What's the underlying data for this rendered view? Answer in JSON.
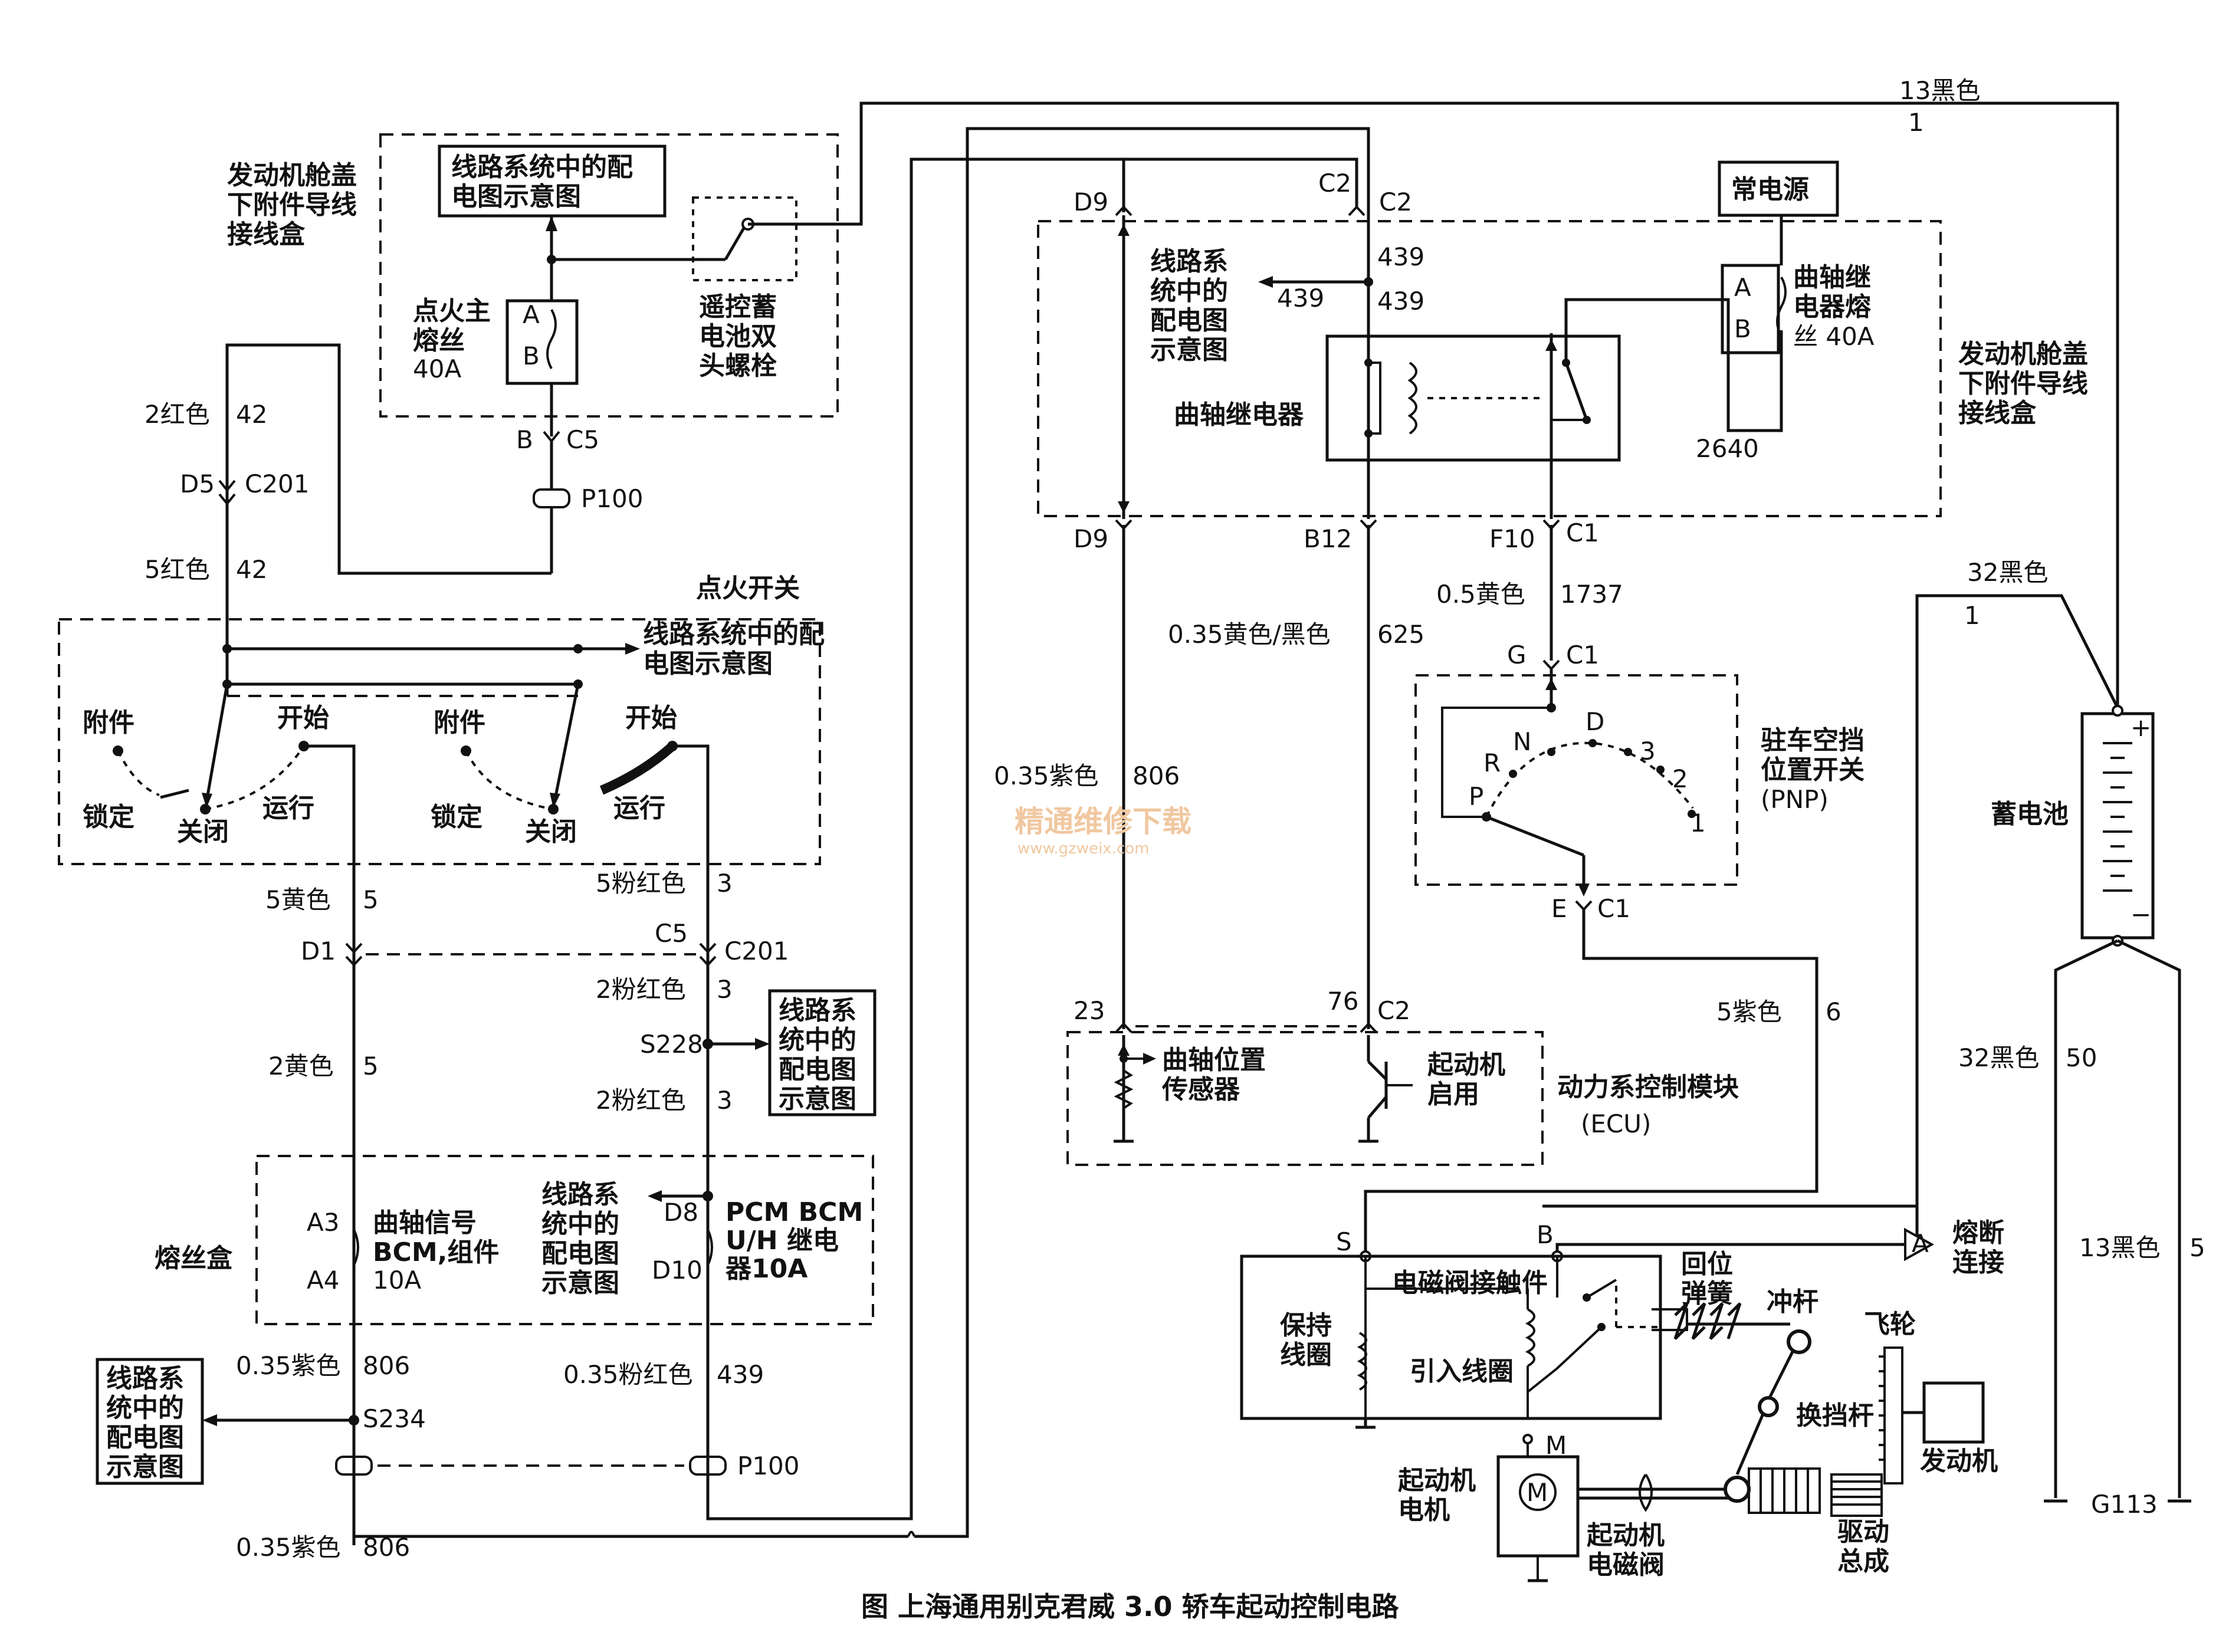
{
  "caption": "图 上海通用别克君威 3.0 轿车起动控制电路",
  "watermark": {
    "line1": "精通维修下载",
    "line2": "www.gzweix.com"
  },
  "labels": {
    "underhood_box_left": [
      "发动机舱盖",
      "下附件导线",
      "接线盒"
    ],
    "underhood_box_right": [
      "发动机舱盖",
      "下附件导线",
      "接线盒"
    ],
    "power_dist": [
      "线路系统中的配",
      "电图示意图"
    ],
    "power_dist_short": [
      "线路系",
      "统中的",
      "配电图",
      "示意图"
    ],
    "ign_main_fuse": [
      "点火主",
      "熔丝",
      "40A"
    ],
    "remote_batt": [
      "遥控蓄",
      "电池双",
      "头螺栓"
    ],
    "constant_power": "常电源",
    "crank_relay": "曲轴继电器",
    "crank_relay_fuse": [
      "曲轴继",
      "电器熔",
      "丝 40A"
    ],
    "ignition_switch": "点火开关",
    "ign_positions": {
      "acc": "附件",
      "start": "开始",
      "lock": "锁定",
      "off": "关闭",
      "run": "运行"
    },
    "fuse_block": "熔丝盒",
    "crank_signal_fuse": [
      "曲轴信号",
      "BCM,组件",
      "10A"
    ],
    "pcm_relay_fuse": [
      "PCM BCM",
      "U/H 继电",
      "器10A"
    ],
    "pnp_switch": [
      "驻车空挡",
      "位置开关",
      "(PNP)"
    ],
    "pnp_positions": [
      "P",
      "R",
      "N",
      "D",
      "3",
      "2",
      "1"
    ],
    "ckp_sensor": [
      "曲轴位置",
      "传感器"
    ],
    "starter_enable": [
      "起动机",
      "启用"
    ],
    "pcm": [
      "动力系控制模块",
      "(ECU)"
    ],
    "battery": "蓄电池",
    "fusible_link": [
      "熔断",
      "连接"
    ],
    "solenoid_contacts": "电磁阀接触件",
    "return_spring": [
      "回位",
      "弹簧"
    ],
    "plunger": "冲杆",
    "flywheel": "飞轮",
    "hold_coil": [
      "保持",
      "线圈"
    ],
    "pull_coil": "引入线圈",
    "shift_lever": "换挡杆",
    "engine": "发动机",
    "starter_motor": [
      "起动机",
      "电机"
    ],
    "starter_solenoid": [
      "起动机",
      "电磁阀"
    ],
    "drive_assembly": [
      "驱动",
      "总成"
    ],
    "ground": "G113",
    "splice_a": "A"
  },
  "wires": {
    "w13_black_top": "13黑色",
    "w1_top": "1",
    "w2_red": "2红色",
    "w42a": "42",
    "w5_red": "5红色",
    "w42b": "42",
    "w5_yellow": "5黄色",
    "w5a": "5",
    "w5_pink": "5粉红色",
    "w3a": "3",
    "w2_pink_a": "2粉红色",
    "w3b": "3",
    "w2_pink_b": "2粉红色",
    "w3c": "3",
    "w2_yellow": "2黄色",
    "w5b": "5",
    "w035_violet_a": "0.35紫色",
    "w806a": "806",
    "w035_violet_b": "0.35紫色",
    "w806b": "806",
    "w035_violet_c": "0.35紫色",
    "w806c": "806",
    "w035_pink": "0.35粉红色",
    "w439a": "439",
    "w439b": "439",
    "w439c": "439",
    "w439d": "439",
    "w2640": "2640",
    "w05_yellow": "0.5黄色",
    "w1737": "1737",
    "w035_yb": "0.35黄色/黑色",
    "w625": "625",
    "w5_violet": "5紫色",
    "w6": "6",
    "w32_black_top": "32黑色",
    "w1_right": "1",
    "w32_black": "32黑色",
    "w50": "50",
    "w13_black": "13黑色",
    "w5c": "5"
  },
  "connectors": {
    "b": "B",
    "c5": "C5",
    "d5": "D5",
    "c201": "C201",
    "p100": "P100",
    "d1": "D1",
    "c5b": "C5",
    "c201b": "C201",
    "s228": "S228",
    "a3": "A3",
    "a4": "A4",
    "d8": "D8",
    "d10": "D10",
    "s234": "S234",
    "p100b": "P100",
    "d9": "D9",
    "c2a": "C2",
    "c2b": "C2",
    "d9b": "D9",
    "b12": "B12",
    "f10": "F10",
    "c1": "C1",
    "g": "G",
    "c1b": "C1",
    "e": "E",
    "c1c": "C1",
    "p23": "23",
    "p76": "76",
    "c2c": "C2",
    "s": "S",
    "bterm": "B",
    "m": "M",
    "fuse_a": "A",
    "fuse_b": "B",
    "fuse_a2": "A",
    "fuse_b2": "B",
    "plus": "+",
    "minus": "−"
  }
}
